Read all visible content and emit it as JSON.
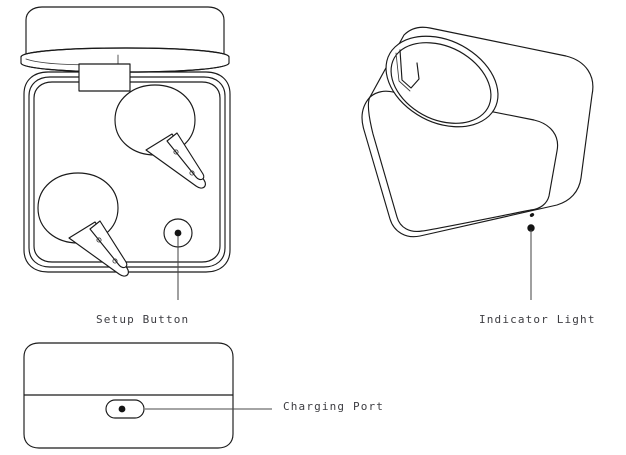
{
  "document": {
    "type": "product-line-art-diagram",
    "subject": "wireless earbuds charging case",
    "background_color": "#ffffff",
    "line_color": "#1a1a1a",
    "leader_color": "#4a4a4a",
    "text_color": "#3d3d42"
  },
  "views": {
    "open_case_top": {
      "name": "open-case-top-view",
      "description": "Charging case shown open from above with two earbuds seated in their cradles, lid folded back behind the case"
    },
    "closed_case_iso": {
      "name": "closed-case-isometric-view",
      "description": "Charging case shown closed in three-quarter isometric perspective with lid ellipse on top"
    },
    "case_bottom": {
      "name": "case-bottom-view",
      "description": "Charging case shown from the side/bottom with horizontal seam line and USB-C charging port"
    }
  },
  "callouts": [
    {
      "id": "setup-button",
      "label": "Setup Button",
      "target": "circular button inside the open case, lower right of the cavity",
      "leader_direction": "vertical"
    },
    {
      "id": "indicator-light",
      "label": "Indicator Light",
      "target": "small LED on the front face of the closed case",
      "leader_direction": "vertical"
    },
    {
      "id": "charging-port",
      "label": "Charging Port",
      "target": "oval USB-C port on the lower face of the case",
      "leader_direction": "horizontal"
    }
  ],
  "components": {
    "lid": "hinged lid",
    "hinge_tab": "hinge tab",
    "earbud_left": "left earbud",
    "earbud_right": "right earbud",
    "earbud_contacts": "charging contact dots",
    "setup_button": "setup button",
    "indicator_led": "indicator LED",
    "charging_port": "USB-C charging port",
    "seam": "case seam line"
  }
}
